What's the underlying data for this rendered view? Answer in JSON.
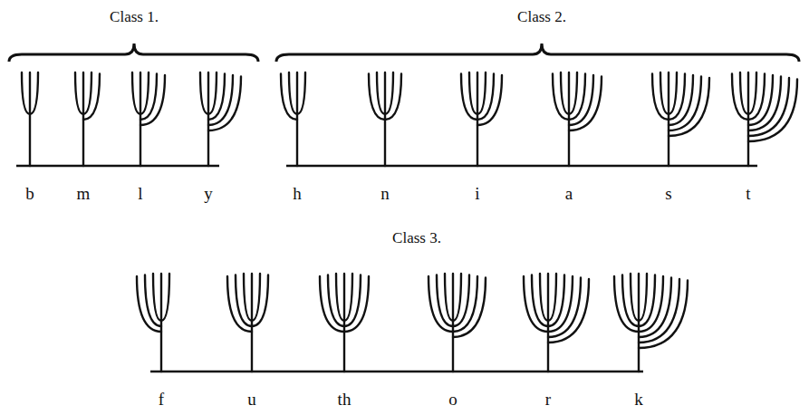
{
  "diagram": {
    "labels": [
      "Class 1.",
      "Class 2.",
      "Class 3.",
      "b",
      "m",
      "l",
      "y",
      "h",
      "n",
      "i",
      "a",
      "s",
      "t",
      "f",
      "u",
      "th",
      "o",
      "r",
      "k"
    ]
  }
}
